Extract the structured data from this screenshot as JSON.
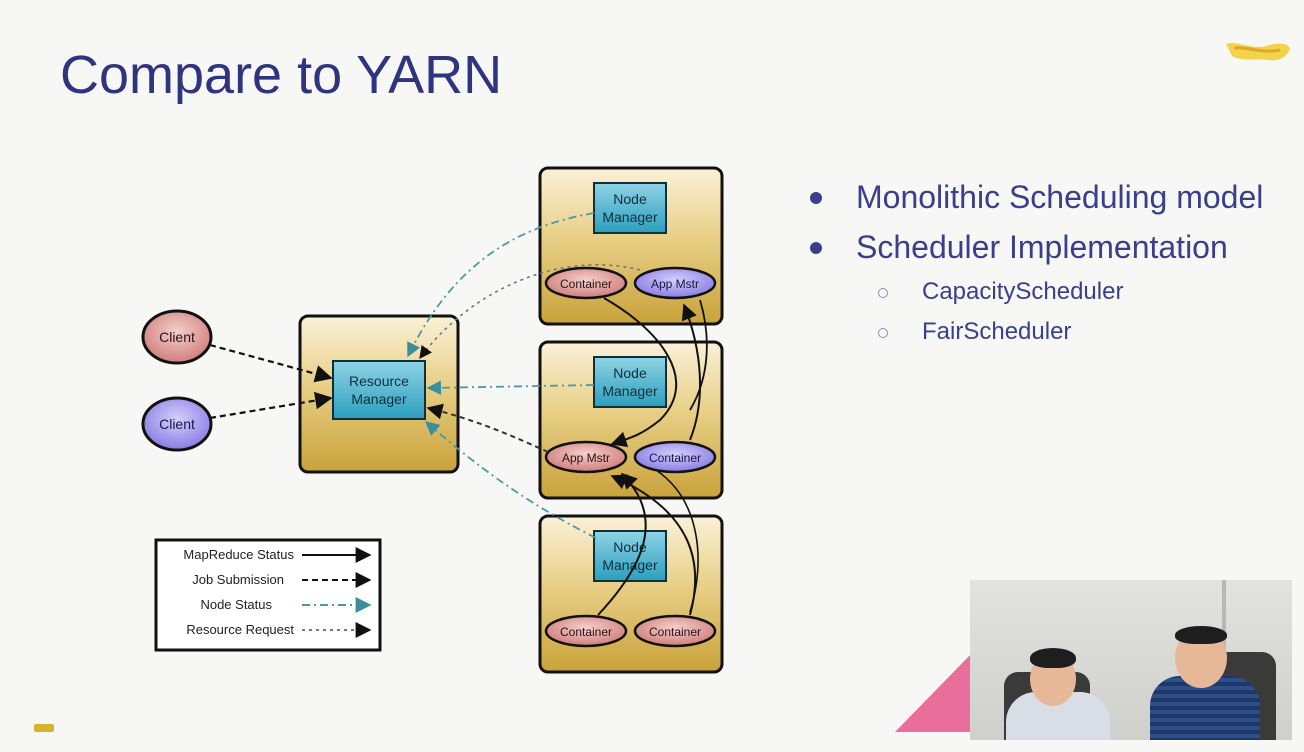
{
  "slide": {
    "title": "Compare to YARN"
  },
  "diagram": {
    "clients": [
      "Client",
      "Client"
    ],
    "resource_manager": [
      "Resource",
      "Manager"
    ],
    "node_manager": [
      "Node",
      "Manager"
    ],
    "nodes": [
      {
        "left": "Container",
        "right": "App Mstr"
      },
      {
        "left": "App Mstr",
        "right": "Container"
      },
      {
        "left": "Container",
        "right": "Container"
      }
    ],
    "legend": [
      "MapReduce Status",
      "Job Submission",
      "Node Status",
      "Resource Request"
    ]
  },
  "bullets": {
    "items": [
      {
        "text": "Monolithic Scheduling model"
      },
      {
        "text": "Scheduler Implementation"
      }
    ],
    "subitems": [
      "CapacityScheduler",
      "FairScheduler"
    ]
  },
  "colors": {
    "title": "#2e3480",
    "box_fill": "#d6b44a",
    "inner_box": "#3fb3cf",
    "red_node": "#d98c8c",
    "purple_node": "#9b8fe8"
  },
  "icons": [
    "logo-mark",
    "bullet-dot",
    "bullet-circle"
  ]
}
